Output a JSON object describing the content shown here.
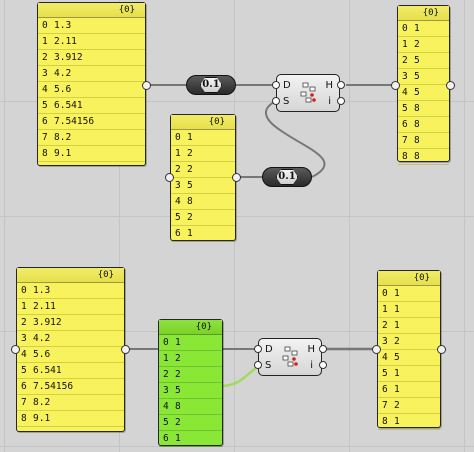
{
  "panels": {
    "top_left": {
      "header": "{0}",
      "rows": [
        {
          "i": "0",
          "v": "1.3"
        },
        {
          "i": "1",
          "v": "2.11"
        },
        {
          "i": "2",
          "v": "3.912"
        },
        {
          "i": "3",
          "v": "4.2"
        },
        {
          "i": "4",
          "v": "5.6"
        },
        {
          "i": "5",
          "v": "6.541"
        },
        {
          "i": "6",
          "v": "7.54156"
        },
        {
          "i": "7",
          "v": "8.2"
        },
        {
          "i": "8",
          "v": "9.1"
        }
      ]
    },
    "top_middle": {
      "header": "{0}",
      "rows": [
        {
          "i": "0",
          "v": "1"
        },
        {
          "i": "1",
          "v": "2"
        },
        {
          "i": "2",
          "v": "2"
        },
        {
          "i": "3",
          "v": "5"
        },
        {
          "i": "4",
          "v": "8"
        },
        {
          "i": "5",
          "v": "2"
        },
        {
          "i": "6",
          "v": "1"
        }
      ]
    },
    "top_right": {
      "header": "{0}",
      "rows": [
        {
          "i": "0",
          "v": "1"
        },
        {
          "i": "1",
          "v": "2"
        },
        {
          "i": "2",
          "v": "5"
        },
        {
          "i": "3",
          "v": "5"
        },
        {
          "i": "4",
          "v": "5"
        },
        {
          "i": "5",
          "v": "8"
        },
        {
          "i": "6",
          "v": "8"
        },
        {
          "i": "7",
          "v": "8"
        },
        {
          "i": "8",
          "v": "8"
        }
      ]
    },
    "bottom_left": {
      "header": "{0}",
      "rows": [
        {
          "i": "0",
          "v": "1.3"
        },
        {
          "i": "1",
          "v": "2.11"
        },
        {
          "i": "2",
          "v": "3.912"
        },
        {
          "i": "3",
          "v": "4.2"
        },
        {
          "i": "4",
          "v": "5.6"
        },
        {
          "i": "5",
          "v": "6.541"
        },
        {
          "i": "6",
          "v": "7.54156"
        },
        {
          "i": "7",
          "v": "8.2"
        },
        {
          "i": "8",
          "v": "9.1"
        }
      ]
    },
    "bottom_middle": {
      "header": "{0}",
      "rows": [
        {
          "i": "0",
          "v": "1"
        },
        {
          "i": "1",
          "v": "2"
        },
        {
          "i": "2",
          "v": "2"
        },
        {
          "i": "3",
          "v": "5"
        },
        {
          "i": "4",
          "v": "8"
        },
        {
          "i": "5",
          "v": "2"
        },
        {
          "i": "6",
          "v": "1"
        }
      ]
    },
    "bottom_right": {
      "header": "{0}",
      "rows": [
        {
          "i": "0",
          "v": "1"
        },
        {
          "i": "1",
          "v": "1"
        },
        {
          "i": "2",
          "v": "1"
        },
        {
          "i": "3",
          "v": "2"
        },
        {
          "i": "4",
          "v": "5"
        },
        {
          "i": "5",
          "v": "1"
        },
        {
          "i": "6",
          "v": "1"
        },
        {
          "i": "7",
          "v": "2"
        },
        {
          "i": "8",
          "v": "1"
        }
      ]
    }
  },
  "relays": {
    "label": "0.1"
  },
  "components": {
    "top": {
      "in_d": "D",
      "in_s": "S",
      "out_h": "H",
      "out_i": "i"
    },
    "bottom": {
      "in_d": "D",
      "in_s": "S",
      "out_h": "H",
      "out_i": "i"
    }
  },
  "colors": {
    "panel_yellow": "#f8f35c",
    "panel_green": "#8ae736",
    "canvas": "#d4d4d4",
    "wire": "#777777",
    "wire_selected": "#9fdc5a"
  }
}
